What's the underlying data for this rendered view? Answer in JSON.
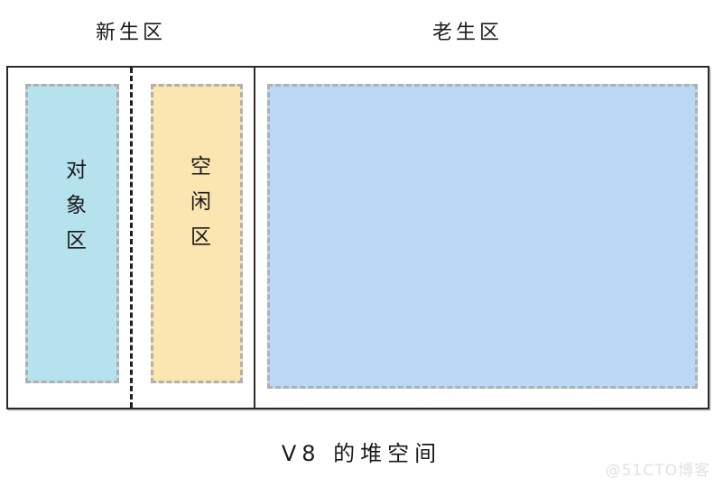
{
  "diagram": {
    "caption": "V8 的堆空间",
    "watermark": "@51CTO博客",
    "regions": [
      {
        "id": "young-generation",
        "label": "新生区",
        "spaces": [
          {
            "id": "object-space",
            "label": "对象区",
            "fill": "#b5e2ec",
            "border": "#b0b0b0",
            "border_style": "dashed"
          },
          {
            "id": "free-space",
            "label": "空闲区",
            "fill": "#fbe5b0",
            "border": "#b0b0b0",
            "border_style": "dashed"
          }
        ]
      },
      {
        "id": "old-generation",
        "label": "老生区",
        "spaces": [
          {
            "id": "old-space",
            "label": "",
            "fill": "#bbd8f7",
            "border": "#b0b0b0",
            "border_style": "dashed"
          }
        ]
      }
    ],
    "frame": {
      "border_color": "#2b2b2b",
      "background": "#ffffff"
    },
    "dividers": [
      {
        "id": "semispace-divider",
        "style": "dashed",
        "color": "#1d1d1d"
      },
      {
        "id": "generation-divider",
        "style": "solid",
        "color": "#2b2b2b"
      }
    ]
  }
}
